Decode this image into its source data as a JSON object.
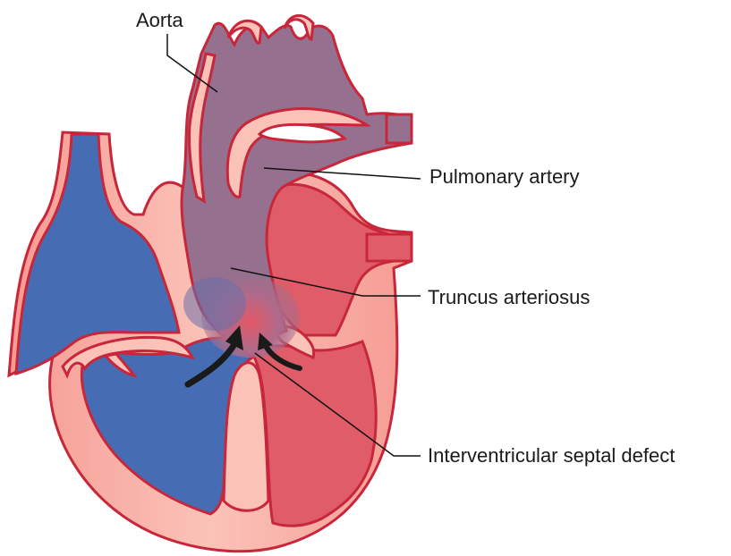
{
  "labels": {
    "aorta": "Aorta",
    "pulmonary_artery": "Pulmonary artery",
    "truncus_arteriosus": "Truncus arteriosus",
    "septal_defect": "Interventricular septal defect"
  },
  "colors": {
    "wall_fill": "#f7a8a0",
    "wall_stroke": "#c8263a",
    "deoxygenated_blue": "#466db3",
    "oxygenated_red": "#df5c68",
    "mixed_purple": "#96708f",
    "leader_line": "#111111",
    "arrow": "#1a1a1a"
  }
}
